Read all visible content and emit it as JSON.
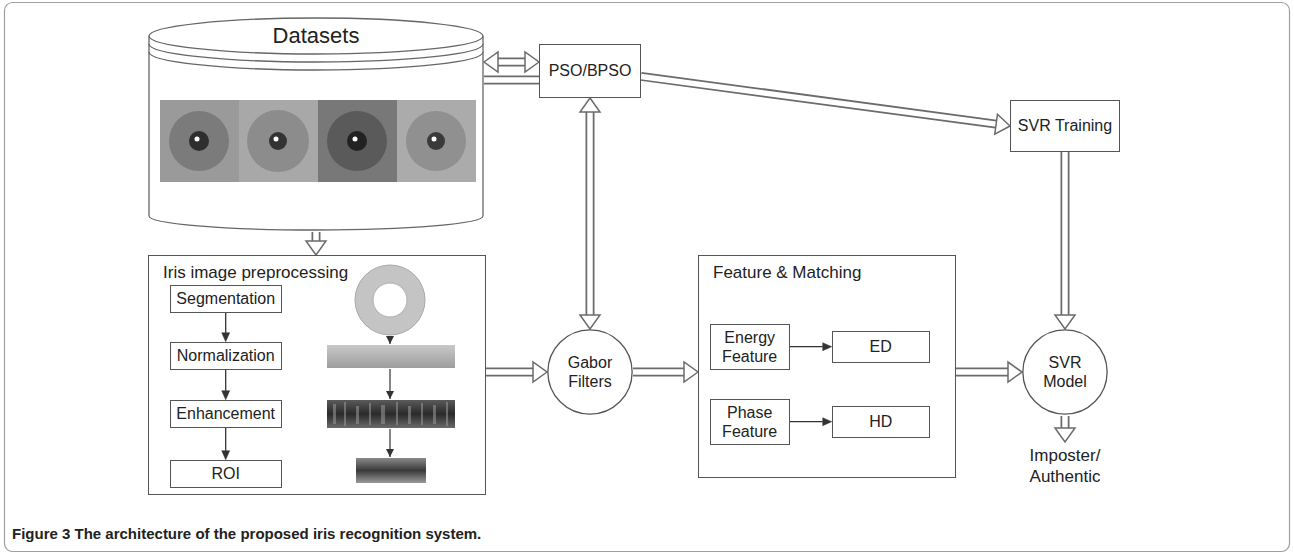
{
  "diagram": {
    "caption": "Figure 3 The architecture of the proposed iris recognition system.",
    "nodes": [
      {
        "text": [
          "Datasets"
        ]
      },
      {
        "text": [
          "PSO/BPSO"
        ]
      },
      {
        "text": [
          "SVR Training"
        ]
      },
      {
        "text": [
          "Iris image preprocessing"
        ]
      },
      {
        "text": [
          "Segmentation"
        ],
        "in": 3
      },
      {
        "text": [
          "Normalization"
        ],
        "in": 3
      },
      {
        "text": [
          "Enhancement"
        ],
        "in": 3
      },
      {
        "text": [
          "ROI"
        ],
        "in": 3
      },
      {
        "text": [
          "Gabor Filters"
        ]
      },
      {
        "text": [
          "Feature & Matching"
        ]
      },
      {
        "text": [
          "Energy Feature"
        ],
        "in": 9
      },
      {
        "text": [
          "ED"
        ],
        "in": 9
      },
      {
        "text": [
          "Phase Feature"
        ],
        "in": 9
      },
      {
        "text": [
          "HD"
        ],
        "in": 9
      },
      {
        "text": [
          "SVR Model"
        ]
      }
    ],
    "edges": [
      {
        "from": 0,
        "to": 1,
        "arrow": "both"
      },
      {
        "from": 0,
        "to": 1,
        "arrow": "none"
      },
      {
        "from": 1,
        "to": 2,
        "arrow": "to"
      },
      {
        "from": 1,
        "to": 8,
        "arrow": "both"
      },
      {
        "from": 0,
        "to": 3,
        "arrow": "to"
      },
      {
        "from": 4,
        "to": 5,
        "arrow": "to"
      },
      {
        "from": 5,
        "to": 6,
        "arrow": "to"
      },
      {
        "from": 6,
        "to": 7,
        "arrow": "to"
      },
      {
        "from": 3,
        "to": 8,
        "arrow": "to"
      },
      {
        "from": 8,
        "to": 9,
        "arrow": "to"
      },
      {
        "from": 10,
        "to": 11,
        "arrow": "to"
      },
      {
        "from": 12,
        "to": 13,
        "arrow": "to"
      },
      {
        "from": 9,
        "to": 14,
        "arrow": "to"
      },
      {
        "from": 2,
        "to": 14,
        "arrow": "to"
      }
    ],
    "labels": [
      "Imposter/ Authentic"
    ]
  }
}
